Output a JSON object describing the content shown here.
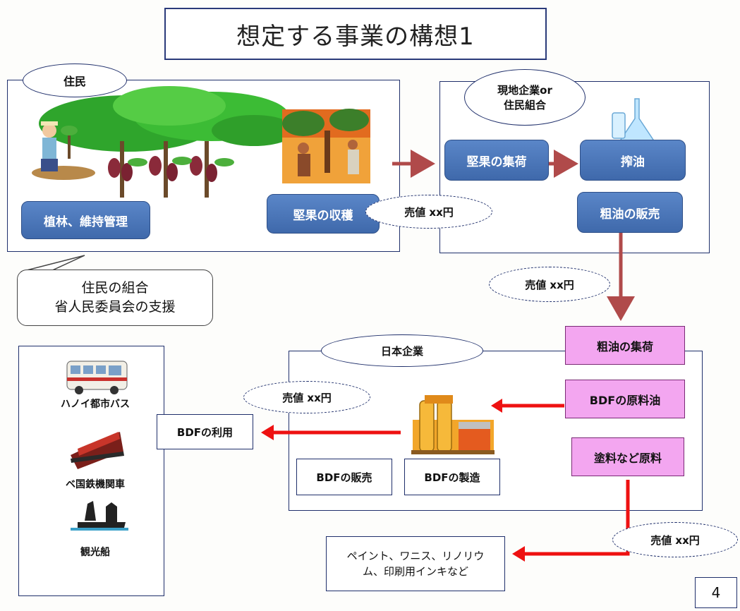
{
  "title": "想定する事業の構想1",
  "residents": {
    "label": "住民",
    "planting": "植林、維持管理",
    "harvest": "堅果の収穫",
    "support_line1": "住民の組合",
    "support_line2": "省人民委員会の支援"
  },
  "local_company": {
    "label_line1": "現地企業or",
    "label_line2": "住民組合",
    "collect": "堅果の集荷",
    "press": "搾油",
    "crude_sale": "粗油の販売"
  },
  "price_labels": {
    "p1": "売値 xx円",
    "p2": "売値 xx円",
    "p3": "売値 xx円",
    "p4": "売値 xx円"
  },
  "japan_company": {
    "label": "日本企業",
    "crude_collect": "粗油の集荷",
    "bdf_feedstock": "BDFの原料油",
    "paint_material": "塗料など原料",
    "bdf_sale": "BDFの販売",
    "bdf_manufacture": "BDFの製造"
  },
  "bdf_use": "BDFの利用",
  "users": {
    "bus": "ハノイ都市バス",
    "train": "ベ国鉄機関車",
    "ship": "観光船"
  },
  "products_line1": "ペイント、ワニス、リノリウ",
  "products_line2": "ム、印刷用インキなど",
  "page_number": "4",
  "colors": {
    "blue_button": "#4a74b8",
    "pink_box": "#f3a6f0",
    "red_arrow": "#ee1111",
    "brown_arrow": "#b04a4a",
    "frame": "#1f2f6b"
  }
}
